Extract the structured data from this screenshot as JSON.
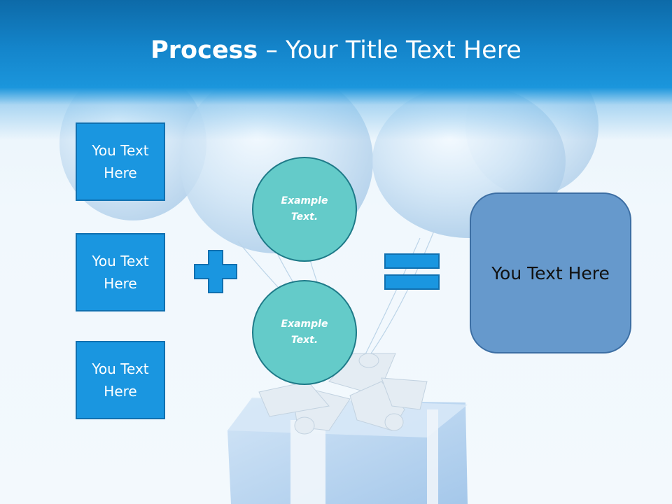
{
  "title": {
    "bold": "Process",
    "rest": " – Your Title Text Here"
  },
  "inputs": [
    "You Text Here",
    "You Text Here",
    "You Text Here"
  ],
  "circles": [
    "Example Text.",
    "Example Text."
  ],
  "result": "You Text Here",
  "icons": {
    "plus": "plus-icon",
    "equals": "equals-icon"
  },
  "colors": {
    "header": "#1485cb",
    "box_fill": "#1a96e0",
    "circle_fill": "#64cbc9",
    "result_fill": "#6699cc"
  }
}
